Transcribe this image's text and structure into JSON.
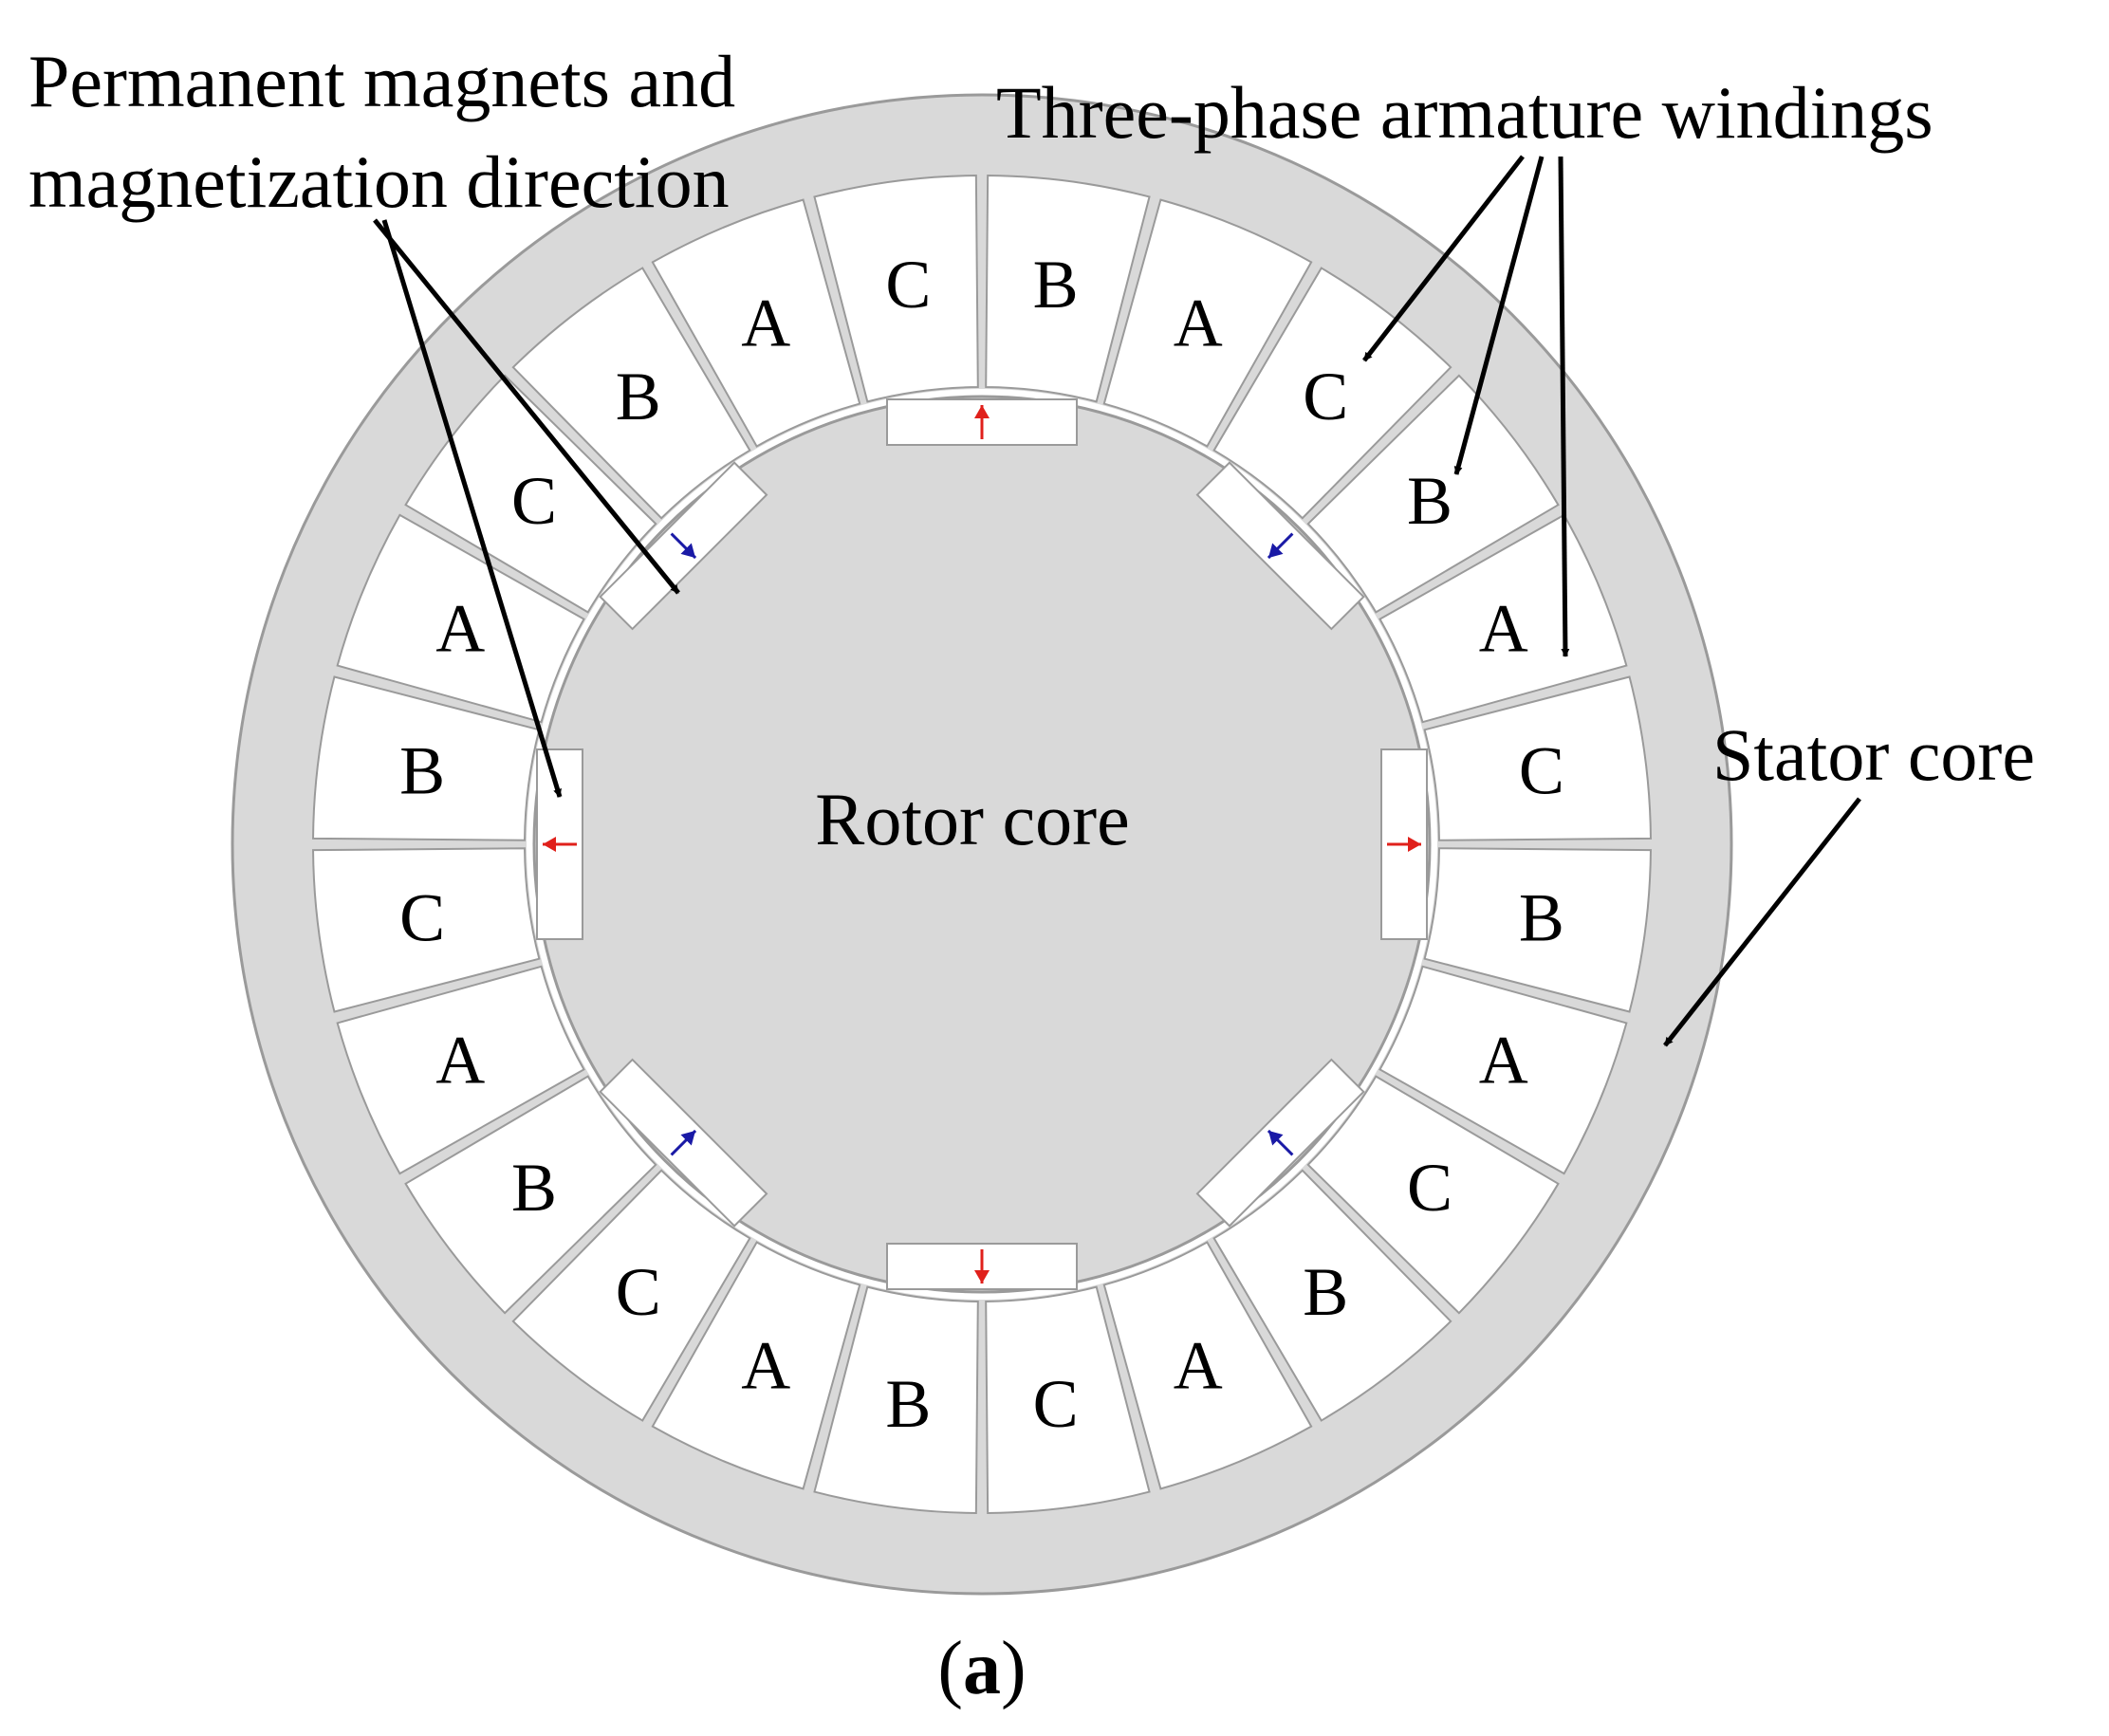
{
  "annotations": {
    "permanent_magnets_line1": "Permanent magnets and",
    "permanent_magnets_line2": "magnetization direction",
    "windings": "Three-phase armature windings",
    "stator": "Stator core",
    "rotor": "Rotor core"
  },
  "caption": {
    "open": "(",
    "letter": "a",
    "close": ")"
  },
  "coil_phases_clockwise_from_top": [
    "B",
    "A",
    "C",
    "B",
    "A",
    "C",
    "B",
    "A",
    "C",
    "B",
    "A",
    "C",
    "B",
    "A",
    "C",
    "B",
    "A",
    "C",
    "B",
    "A",
    "C",
    "B",
    "A",
    "C"
  ],
  "magnet_arrows": [
    {
      "position": "top",
      "direction": "up",
      "color": "red"
    },
    {
      "position": "top-right",
      "direction": "in",
      "color": "blue"
    },
    {
      "position": "right",
      "direction": "right",
      "color": "red"
    },
    {
      "position": "bottom-right",
      "direction": "in",
      "color": "blue"
    },
    {
      "position": "bottom",
      "direction": "down",
      "color": "red"
    },
    {
      "position": "bottom-left",
      "direction": "in",
      "color": "blue"
    },
    {
      "position": "left",
      "direction": "left",
      "color": "red"
    },
    {
      "position": "top-left",
      "direction": "in",
      "color": "blue"
    }
  ],
  "colors": {
    "core_fill": "#d9d9d9",
    "core_stroke": "#9a9a9a",
    "slot_fill": "#ffffff",
    "arrow_red": "#e0201b",
    "arrow_blue": "#1a1aa6",
    "callout": "#000000"
  }
}
